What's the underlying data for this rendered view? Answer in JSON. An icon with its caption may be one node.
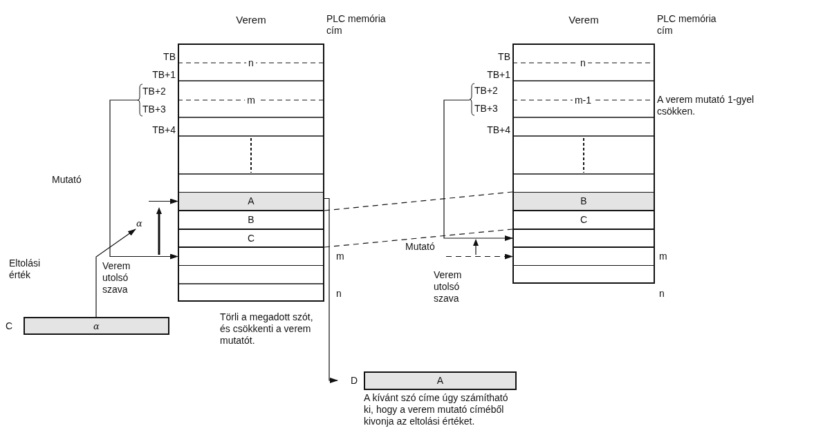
{
  "diagram": {
    "nodes": [
      {
        "text": [
          "Verem"
        ]
      },
      {
        "text": [
          "A"
        ],
        "in": 0
      },
      {
        "text": [
          "B"
        ],
        "in": 0
      },
      {
        "text": [
          "C"
        ],
        "in": 0
      },
      {
        "text": [],
        "shape": "box",
        "in": 0
      },
      {
        "text": [
          "Verem"
        ]
      },
      {
        "text": [
          "B"
        ],
        "in": 5
      },
      {
        "text": [
          "C"
        ],
        "in": 5
      },
      {
        "text": [],
        "shape": "box",
        "in": 5
      },
      {
        "text": [],
        "shape": "box",
        "in": 5
      },
      {
        "text": [
          "α"
        ],
        "beside": [
          "C"
        ]
      },
      {
        "text": [
          "A"
        ],
        "beside": [
          "D"
        ]
      },
      {
        "text": [
          "TB+2",
          "TB+3"
        ]
      },
      {
        "text": [
          "TB+2",
          "TB+3"
        ]
      },
      {
        "text": [
          "α"
        ]
      }
    ],
    "edges": [
      {
        "from": 12,
        "to": 4,
        "arrow": "to"
      },
      {
        "from": 10,
        "to": 14,
        "arrow": "to"
      },
      {
        "from": null,
        "to": 1,
        "arrow": "to"
      },
      {
        "from": 1,
        "to": 11,
        "arrow": "to"
      },
      {
        "from": 1,
        "to": 6,
        "arrow": "none",
        "style": "dashed"
      },
      {
        "from": 3,
        "to": 7,
        "arrow": "none",
        "style": "dashed"
      },
      {
        "from": 13,
        "to": 8,
        "arrow": "to"
      },
      {
        "from": null,
        "to": 9,
        "arrow": "to",
        "style": "dashed"
      }
    ],
    "labels": [
      "PLC memória cím",
      "PLC memória cím",
      "TB",
      "n",
      "TB+1",
      "m",
      "TB+4",
      "Mutató",
      "Eltolási érték",
      "Verem utolsó szava",
      "m",
      "n",
      "Törli a megadott szót, és csökkenti a verem mutatót.",
      "TB",
      "n",
      "TB+1",
      "m-1",
      "A verem mutató 1-gyel csökken.",
      "TB+4",
      "Mutató",
      "Verem utolsó szava",
      "m",
      "n",
      "A kívánt szó címe úgy számítható ki, hogy a verem mutató címéből kivonja az eltolási értéket."
    ]
  }
}
